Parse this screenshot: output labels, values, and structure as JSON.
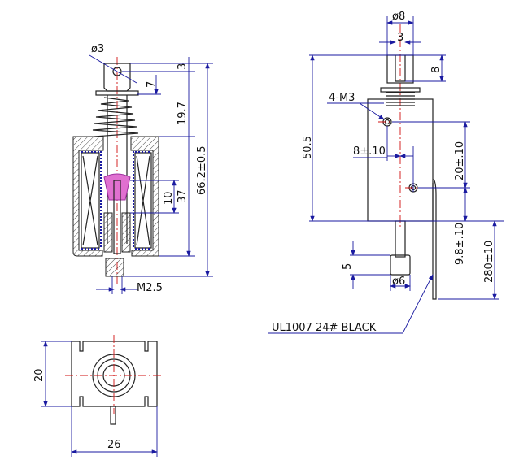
{
  "title": "Push-pull solenoid dimension drawing",
  "colors": {
    "dimension": "#1a1aa0",
    "centerline": "#d01010",
    "plunger": "#e070d0",
    "outline": "#222222"
  },
  "side_view": {
    "diameter_pin": "ø3",
    "dim_top": "3",
    "dim_hole": "7",
    "dim_stroke": "19.7",
    "dim_total": "66.2±0.5",
    "dim_plunger": "10",
    "dim_body": "37",
    "thread": "M2.5"
  },
  "front_view": {
    "diameter_top": "ø8",
    "slot_width": "3",
    "slot_depth": "8",
    "height": "50.5",
    "mount_holes": "4-M3",
    "hole_offset": "8±.10",
    "hole_spacing": "20±.10",
    "hole_bottom": "9.8±.10",
    "lead_length": "280±10",
    "nut_height": "5",
    "nut_diameter": "ø6",
    "wire_spec": "UL1007  24# BLACK"
  },
  "bottom_view": {
    "height": "20",
    "width": "26"
  }
}
